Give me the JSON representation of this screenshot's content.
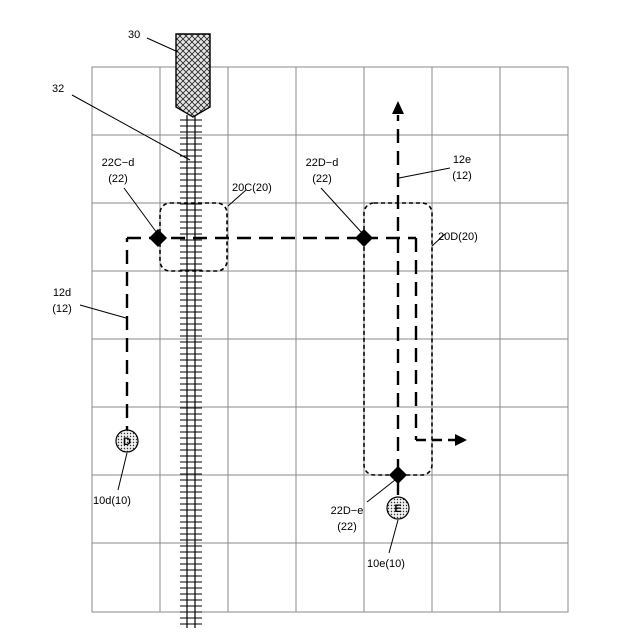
{
  "labels": {
    "crane": "30",
    "rail": "32",
    "node_c": "22C−d",
    "node_c_sub": "(22)",
    "node_d": "22D−d",
    "node_d_sub": "(22)",
    "node_e": "22D−e",
    "node_e_sub": "(22)",
    "zone_c": "20C(20)",
    "zone_d": "20D(20)",
    "path_d": "12d",
    "path_d_sub": "(12)",
    "path_e": "12e",
    "path_e_sub": "(12)",
    "vehicle_d_letter": "D",
    "vehicle_d": "10d(10)",
    "vehicle_e_letter": "E",
    "vehicle_e": "10e(10)"
  },
  "colors": {
    "grid": "#8a8a8a",
    "ink": "#000000"
  }
}
